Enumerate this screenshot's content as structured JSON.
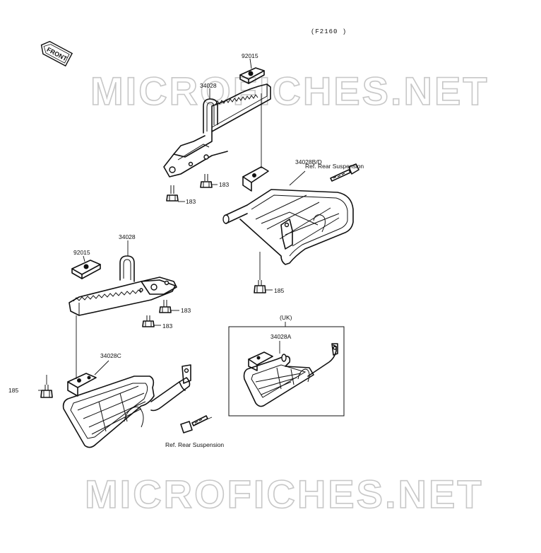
{
  "figure_code": "(F2160 )",
  "front_badge": "FRONT",
  "watermark": "MICROFICHES.NET",
  "uk_box_label": "(UK)",
  "labels": {
    "p92015_top": "92015",
    "p34028_top": "34028",
    "p183_a": "183",
    "p183_b": "183",
    "ref_rear_top": "Ref. Rear Suspension",
    "p34028bd": "34028B/D",
    "p185_right": "185",
    "p34028_left": "34028",
    "p92015_left": "92015",
    "p183_c": "183",
    "p183_d": "183",
    "p34028c": "34028C",
    "p185_left": "185",
    "ref_rear_bottom": "Ref. Rear Suspension",
    "p34028a": "34028A"
  }
}
